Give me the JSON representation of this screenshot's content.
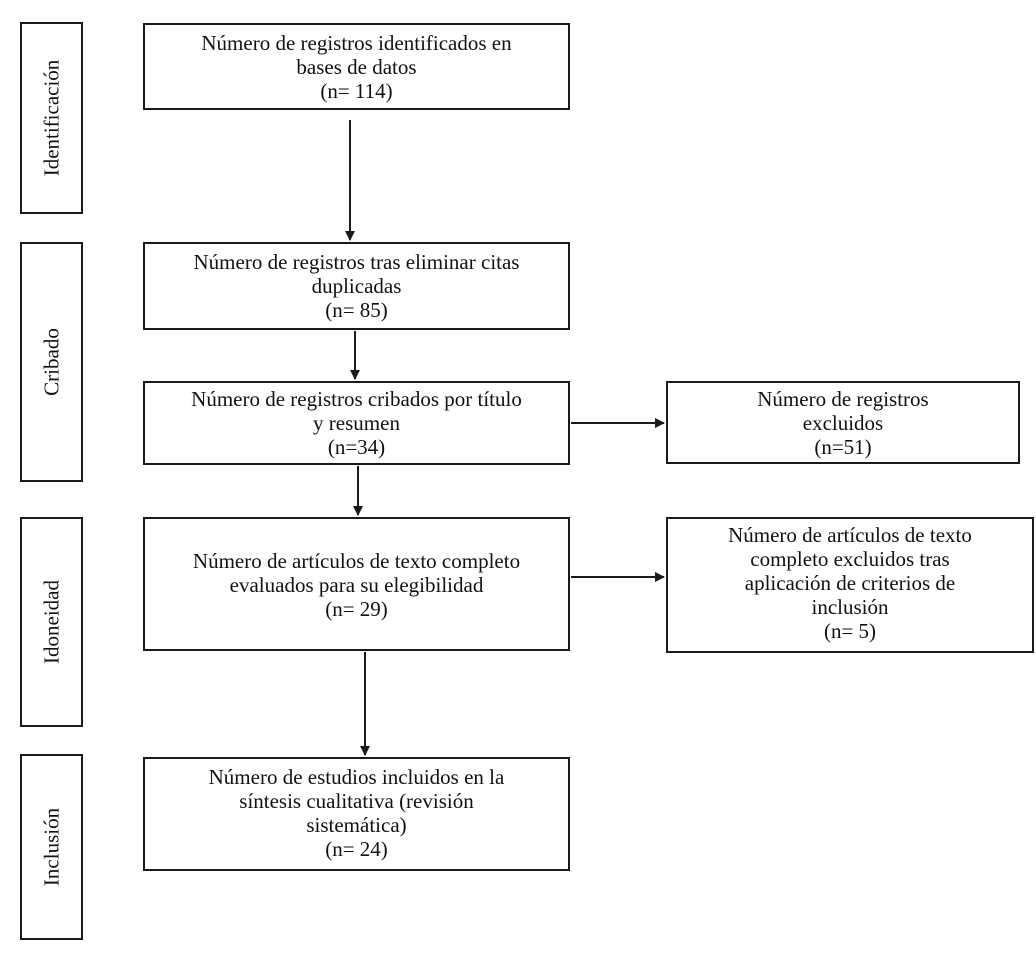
{
  "stages": {
    "identification": "Identificación",
    "screening": "Cribado",
    "eligibility": "Idoneidad",
    "inclusion": "Inclusión"
  },
  "boxes": {
    "identified": {
      "lines": [
        "Número de registros identificados en",
        "bases de datos",
        "(n= 114)"
      ]
    },
    "after_duplicates": {
      "lines": [
        "Número de registros tras eliminar citas",
        "duplicadas",
        "(n= 85)"
      ]
    },
    "screened": {
      "lines": [
        "Número de registros cribados por título",
        "y resumen",
        "(n=34)"
      ]
    },
    "excluded": {
      "lines": [
        "Número de registros",
        "excluidos",
        "(n=51)"
      ]
    },
    "fulltext_assessed": {
      "lines": [
        "Número de artículos de texto completo",
        "evaluados para su elegibilidad",
        "(n= 29)"
      ]
    },
    "fulltext_excluded": {
      "lines": [
        "Número de artículos de texto",
        "completo excluidos tras",
        "aplicación de criterios de",
        "inclusión",
        "(n= 5)"
      ]
    },
    "included": {
      "lines": [
        "Número de estudios incluidos en la",
        "síntesis cualitativa (revisión",
        "sistemática)",
        "(n= 24)"
      ]
    }
  }
}
